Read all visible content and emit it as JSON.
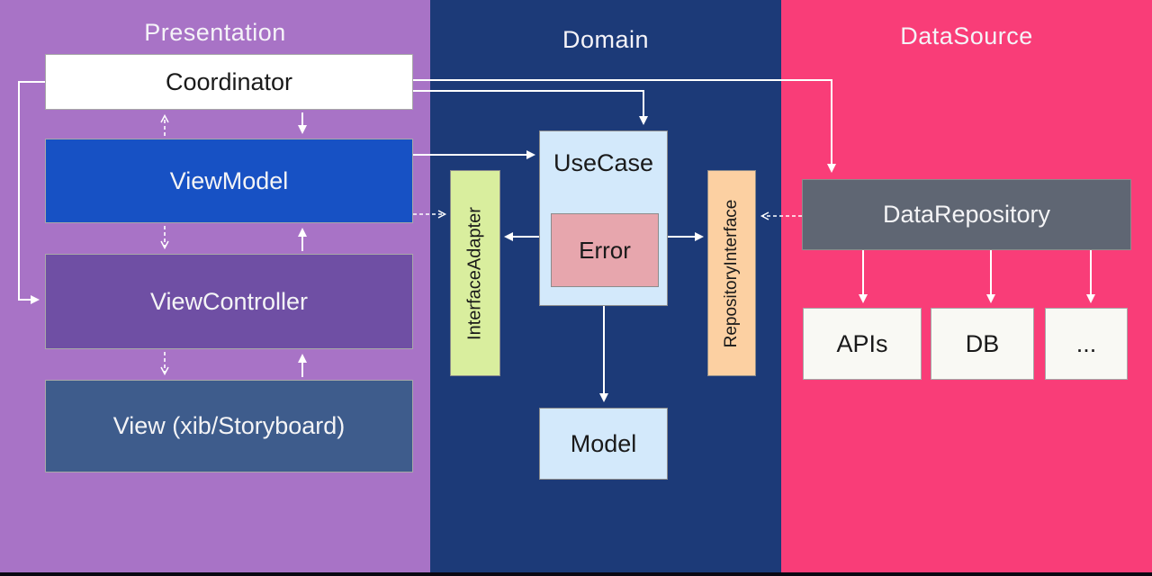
{
  "colors": {
    "presentation-bg": "#A873C6",
    "domain-bg": "#1C3A78",
    "datasource-bg": "#F93D78",
    "coordinator-bg": "#FFFFFF",
    "viewmodel-bg": "#1751C4",
    "viewcontroller-bg": "#6F4FA4",
    "view-bg": "#3E5C8C",
    "usecase-bg": "#D3E9FB",
    "error-bg": "#E7A6AD",
    "interfaceadapter-bg": "#D9EE9E",
    "repositoryinterface-bg": "#FCD0A2",
    "datarepository-bg": "#5F6673",
    "endpoint-bg": "#F9F9F4",
    "arrow": "#FFFFFF",
    "box-border": "#8C8C8C",
    "light-border": "#A8A8A8",
    "title-text": "#F5F3F8",
    "white-text": "#F4F4F6",
    "dark-text": "#1A1A1A",
    "bottom-bar": "#0A0812"
  },
  "sections": {
    "presentation": {
      "title": "Presentation"
    },
    "domain": {
      "title": "Domain"
    },
    "datasource": {
      "title": "DataSource"
    }
  },
  "boxes": {
    "coordinator": "Coordinator",
    "viewmodel": "ViewModel",
    "viewcontroller": "ViewController",
    "view": "View (xib/Storyboard)",
    "usecase": "UseCase",
    "error": "Error",
    "interface_adapter": "InterfaceAdapter",
    "repository_interface": "RepositoryInterface",
    "model": "Model",
    "data_repository": "DataRepository",
    "apis": "APIs",
    "db": "DB",
    "more": "..."
  },
  "arrows": [
    {
      "from": "Coordinator",
      "to": "ViewController",
      "style": "solid"
    },
    {
      "from": "ViewModel",
      "to": "Coordinator",
      "style": "dashed"
    },
    {
      "from": "Coordinator",
      "to": "ViewModel",
      "style": "solid"
    },
    {
      "from": "ViewModel",
      "to": "ViewController",
      "style": "dashed"
    },
    {
      "from": "ViewController",
      "to": "ViewModel",
      "style": "solid"
    },
    {
      "from": "ViewController",
      "to": "View",
      "style": "dashed"
    },
    {
      "from": "View",
      "to": "ViewController",
      "style": "solid"
    },
    {
      "from": "Coordinator",
      "to": "UseCase",
      "style": "solid"
    },
    {
      "from": "Coordinator",
      "to": "DataRepository",
      "style": "solid"
    },
    {
      "from": "ViewModel",
      "to": "UseCase",
      "style": "solid"
    },
    {
      "from": "ViewModel",
      "to": "InterfaceAdapter",
      "style": "dashed"
    },
    {
      "from": "UseCase",
      "to": "InterfaceAdapter",
      "style": "solid"
    },
    {
      "from": "UseCase",
      "to": "RepositoryInterface",
      "style": "solid"
    },
    {
      "from": "UseCase",
      "to": "Model",
      "style": "solid"
    },
    {
      "from": "DataRepository",
      "to": "RepositoryInterface",
      "style": "dashed"
    },
    {
      "from": "DataRepository",
      "to": "APIs",
      "style": "solid"
    },
    {
      "from": "DataRepository",
      "to": "DB",
      "style": "solid"
    },
    {
      "from": "DataRepository",
      "to": "...",
      "style": "solid"
    }
  ]
}
